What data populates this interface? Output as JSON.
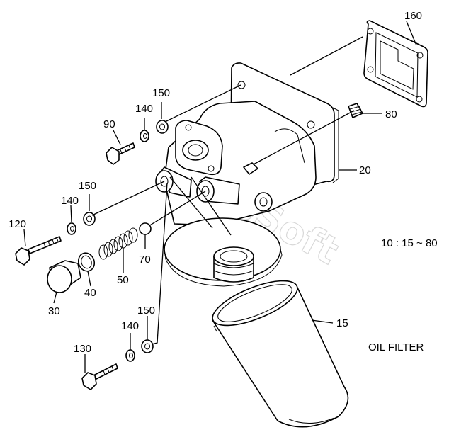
{
  "watermark": "AutoSoft",
  "ratio_note": "10 : 15 ~ 80",
  "caption": "OIL FILTER",
  "callouts": {
    "p160": "160",
    "p150_top": "150",
    "p140_top": "140",
    "p90": "90",
    "p80": "80",
    "p20": "20",
    "p150_mid": "150",
    "p140_mid": "140",
    "p120": "120",
    "p70": "70",
    "p50": "50",
    "p40": "40",
    "p30": "30",
    "p15": "15",
    "p150_bot": "150",
    "p140_bot": "140",
    "p130": "130"
  }
}
